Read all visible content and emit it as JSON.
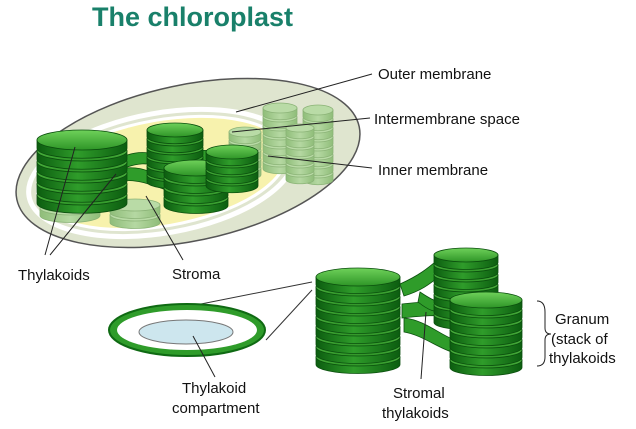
{
  "title": "The chloroplast",
  "labels": {
    "outer_membrane": "Outer membrane",
    "intermembrane_space": "Intermembrane space",
    "inner_membrane": "Inner membrane",
    "thylakoids": "Thylakoids",
    "stroma": "Stroma",
    "thylakoid_compartment": [
      "Thylakoid",
      "compartment"
    ],
    "stromal_thylakoids": [
      "Stromal",
      "thylakoids"
    ],
    "granum": [
      "Granum",
      "(stack of",
      "thylakoids"
    ]
  },
  "colors": {
    "title": "#19806a",
    "green_dark": "#0f6a13",
    "green_mid": "#2f9c2a",
    "green_light": "#57c447",
    "pale_green": "#a7cf93",
    "stroma_yellow": "#f7f2ad",
    "outer_fill": "#dfe5cf",
    "lumen": "#cde6ee"
  }
}
